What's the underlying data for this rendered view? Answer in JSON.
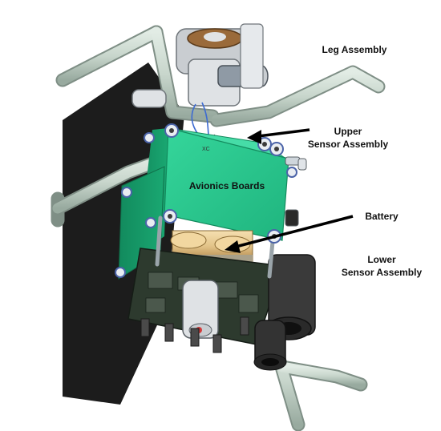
{
  "labels": {
    "leg_assembly": "Leg Assembly",
    "upper_sensor_assembly": "Upper\nSensor Assembly",
    "avionics_boards": "Avionics Boards",
    "battery": "Battery",
    "lower_sensor_assembly": "Lower\nSensor Assembly"
  },
  "axis_marker": "XC",
  "colors": {
    "background": "#ffffff",
    "board_green": "#23c48a",
    "board_green_dark": "#149a68",
    "frame_tube": "#c8d6cc",
    "frame_tube_edge": "#7f8f86",
    "panel_dark": "#1c1c1c",
    "battery_gold": "#e3c489",
    "pcb_dark": "#2d3a2e",
    "sensor_gray": "#3a3a3a",
    "arrow": "#000000"
  },
  "icons": {
    "mounting_bolt": "bolt-icon",
    "battery_cell": "cylinder-shape"
  }
}
